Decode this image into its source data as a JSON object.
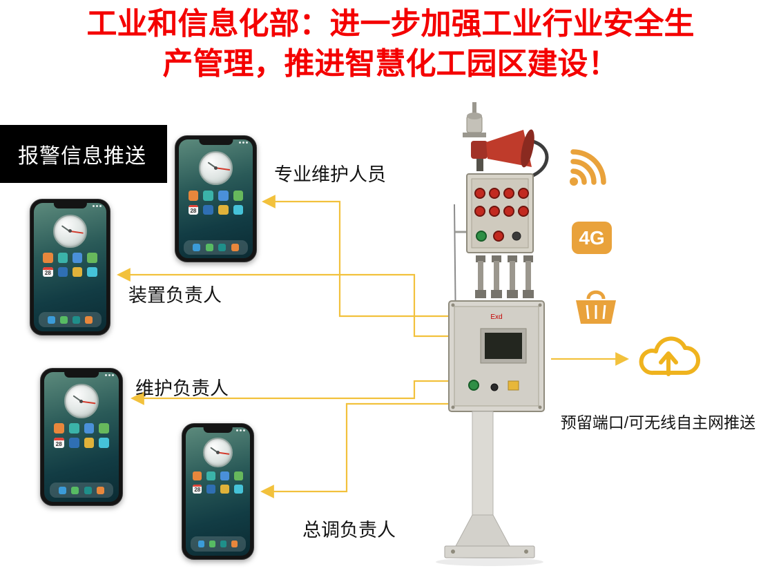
{
  "title": {
    "line1": "工业和信息化部：进一步加强工业行业安全生",
    "line2": "产管理，推进智慧化工园区建设！"
  },
  "banner": {
    "label": "报警信息推送"
  },
  "recipients": [
    {
      "label": "专业维护人员"
    },
    {
      "label": "装置负责人"
    },
    {
      "label": "维护负责人"
    },
    {
      "label": "总调负责人"
    }
  ],
  "right_icons": {
    "items": [
      {
        "name": "wireless-signal-icon"
      },
      {
        "name": "4g-icon",
        "label": "4G"
      },
      {
        "name": "basket-icon"
      },
      {
        "name": "cloud-upload-icon"
      }
    ],
    "caption": "预留端口/可无线自主网推送"
  },
  "device": {
    "marking": "Exd"
  },
  "phone": {
    "calendar_day": "28",
    "icon_colors": [
      "#e8873c",
      "#3bb3a9",
      "#4a90d9",
      "#67b85c",
      "calendar",
      "#2f6fb3",
      "#e0b23a",
      "#45c2d8"
    ],
    "dock_colors": [
      "#3b9bd8",
      "#57bb63",
      "#1f8f8a",
      "#e8873c"
    ]
  },
  "colors": {
    "title_red": "#f40000",
    "connector_yellow": "#f2c13c",
    "icon_orange": "#e9a23b",
    "cloud_yellow": "#efb31e",
    "banner_bg": "#000000"
  }
}
